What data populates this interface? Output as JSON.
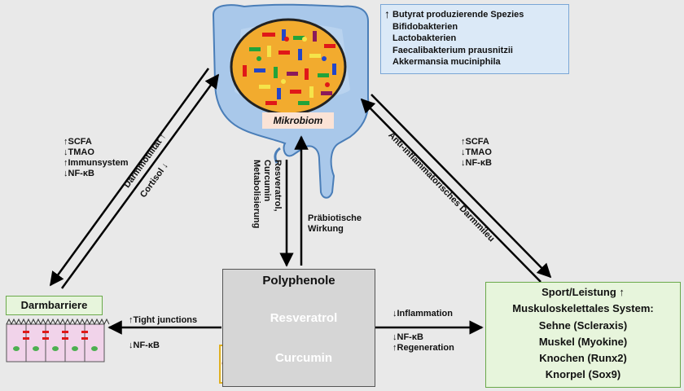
{
  "bacteria_box": {
    "lines": [
      "Butyrat produzierende Spezies",
      "Bifidobakterien",
      "Lactobakterien",
      "Faecalibakterium prausnitzii",
      "Akkermansia muciniphila"
    ],
    "arrow": "↑"
  },
  "mikrobiom_label": "Mikrobiom",
  "left_effects": [
    {
      "arrow": "↑",
      "text": "SCFA"
    },
    {
      "arrow": "↓",
      "text": "TMAO"
    },
    {
      "arrow": "↑",
      "text": "Immunsystem"
    },
    {
      "arrow": "↓",
      "text": "NF-κB"
    }
  ],
  "right_effects": [
    {
      "arrow": "↑",
      "text": "SCFA"
    },
    {
      "arrow": "↓",
      "text": "TMAO"
    },
    {
      "arrow": "↓",
      "text": "NF-κB"
    }
  ],
  "darmmotilitaet": "Darmmotilität ↑",
  "cortisol": "Cortisol ↓",
  "metabolisierung": [
    "Resveratrol,",
    "Curcumin",
    "Metabolisierung"
  ],
  "praebiotisch": [
    "Präbiotische",
    "Wirkung"
  ],
  "anti_inflammatorisch": "Anti-inflammatorisches Darmmileu",
  "darmbarriere": "Darmbarriere",
  "barrier_effects": [
    {
      "arrow": "↑",
      "text": "Tight junctions"
    },
    {
      "arrow": "↓",
      "text": "NF-κB"
    }
  ],
  "polyphenole": {
    "title": "Polyphenole",
    "resveratrol": "Resveratrol",
    "curcumin": "Curcumin"
  },
  "sport_effects": [
    {
      "arrow": "↓",
      "text": "Inflammation"
    },
    {
      "arrow": "↓",
      "text": "NF-κB"
    },
    {
      "arrow": "↑",
      "text": "Regeneration"
    }
  ],
  "sport_box": {
    "lines": [
      "Sport/Leistung ↑",
      "Muskuloskelettales System:",
      "Sehne (Scleraxis)",
      "Muskel (Myokine)",
      "Knochen (Runx2)",
      "Knorpel (Sox9)"
    ]
  },
  "colors": {
    "resveratrol": "#e0141a",
    "curcumin": "#f2b312",
    "gut": "#a9c8ea",
    "microbiome": "#f2ab2e"
  }
}
